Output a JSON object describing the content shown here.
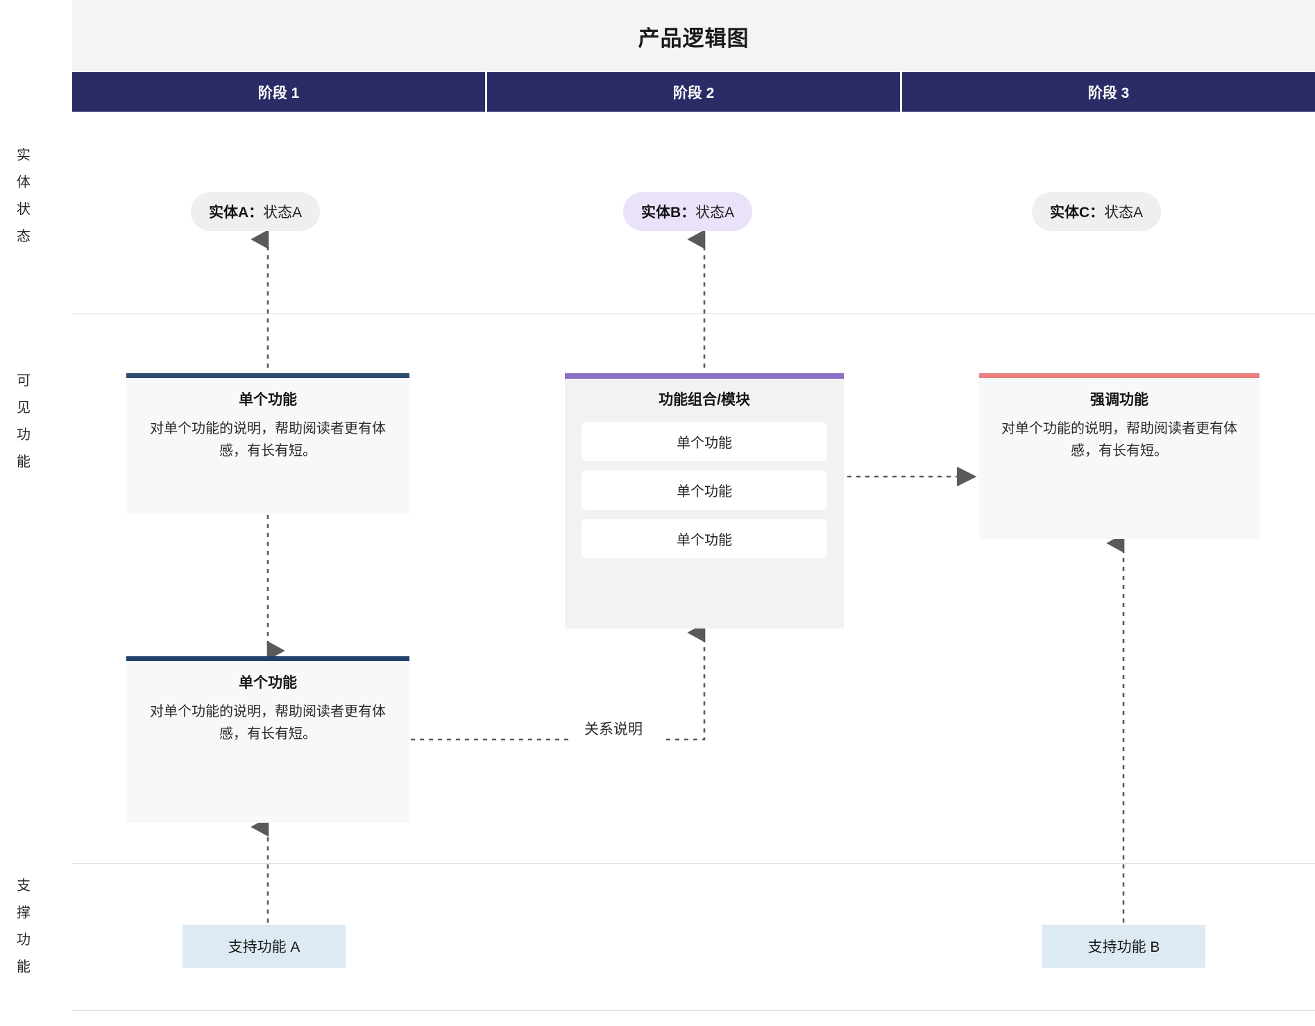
{
  "header": {
    "title": "产品逻辑图",
    "stages": [
      "阶段 1",
      "阶段 2",
      "阶段 3"
    ]
  },
  "row_labels": {
    "entity_state": "实体状态",
    "visible_features": "可见功能",
    "supporting_features": "支撑功能"
  },
  "entity_states": [
    {
      "entity": "实体A：",
      "state": "状态A",
      "style": "grey"
    },
    {
      "entity": "实体B：",
      "state": "状态A",
      "style": "purple"
    },
    {
      "entity": "实体C：",
      "state": "状态A",
      "style": "grey"
    }
  ],
  "cards": [
    {
      "title": "单个功能",
      "description": "对单个功能的说明，帮助阅读者更有体感，有长有短。",
      "accent": "#2a4d6e"
    },
    {
      "title": "单个功能",
      "description": "对单个功能的说明，帮助阅读者更有体感，有长有短。",
      "accent": "#22406b"
    },
    {
      "title": "强调功能",
      "description": "对单个功能的说明，帮助阅读者更有体感，有长有短。",
      "accent": "#e8817f"
    }
  ],
  "module": {
    "title": "功能组合/模块",
    "accent": "#8b6fc4",
    "items": [
      "单个功能",
      "单个功能",
      "单个功能"
    ]
  },
  "support_features": [
    {
      "label": "支持功能 A"
    },
    {
      "label": "支持功能 B"
    }
  ],
  "connectors": {
    "relationship_label": "关系说明"
  },
  "colors": {
    "stage_band": "#2b2b66",
    "title_band": "#f4f4f4",
    "card_bg": "#f7f8f9",
    "module_bg": "#f2f2f3",
    "support_bg": "#ddeaf4",
    "pill_grey": "#efefef",
    "pill_purple": "#e9e2f8",
    "connector": "#5a5a5a",
    "divider": "#dcdcdc"
  }
}
